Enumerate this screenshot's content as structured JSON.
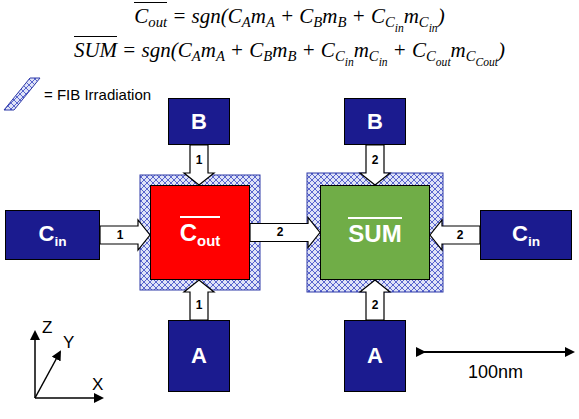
{
  "diagram": {
    "nodes": [
      {
        "text": [
          "B"
        ]
      },
      {
        "text": [
          "C",
          "in"
        ]
      },
      {
        "text": [
          "C",
          "out"
        ]
      },
      {
        "text": [
          "A"
        ]
      },
      {
        "text": [
          "B"
        ]
      },
      {
        "text": [
          "SUM"
        ]
      },
      {
        "text": [
          "C",
          "in"
        ]
      },
      {
        "text": [
          "A"
        ]
      }
    ],
    "edges": [
      {
        "from": 0,
        "to": 2,
        "label": "1",
        "arrow": "to"
      },
      {
        "from": 1,
        "to": 2,
        "label": "1",
        "arrow": "to"
      },
      {
        "from": 3,
        "to": 2,
        "label": "1",
        "arrow": "to"
      },
      {
        "from": 2,
        "to": 5,
        "label": "2",
        "arrow": "to"
      },
      {
        "from": 4,
        "to": 5,
        "label": "2",
        "arrow": "to"
      },
      {
        "from": 6,
        "to": 5,
        "label": "2",
        "arrow": "to"
      },
      {
        "from": 7,
        "to": 5,
        "label": "2",
        "arrow": "to"
      }
    ],
    "labels": [
      "C",
      "out",
      "= sgn(",
      "C",
      "A",
      "m",
      "A",
      "+ C",
      "B",
      "m",
      "B",
      "+ C",
      "C",
      "in",
      "m",
      "C",
      "in",
      ")",
      "SUM",
      "= sgn(",
      "C",
      "A",
      "m",
      "A",
      "+ C",
      "B",
      "m",
      "B",
      "+ C",
      "C",
      "in",
      "m",
      "C",
      "in",
      "+ C",
      "C",
      "out",
      "m",
      "C",
      "Cout",
      ")",
      "Z",
      "Y",
      "X",
      "100nm"
    ],
    "legend": [
      {
        "text": "= FIB Irradiation"
      }
    ]
  }
}
